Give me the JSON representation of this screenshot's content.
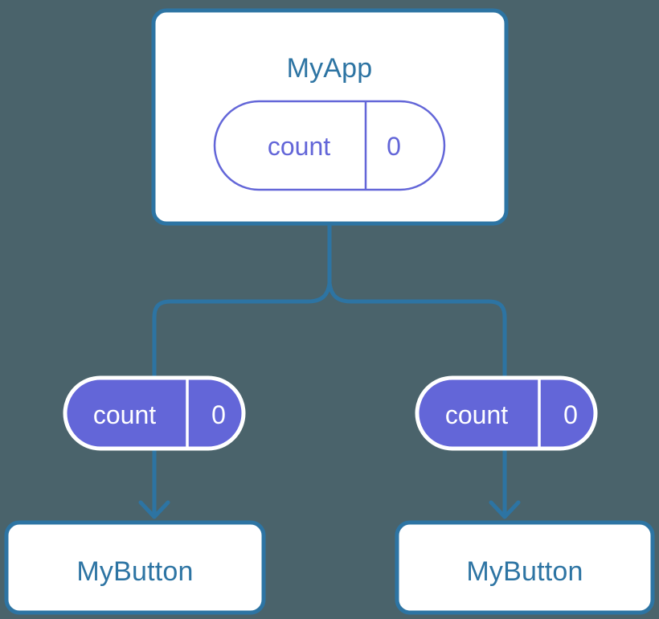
{
  "diagram": {
    "type": "component-state-tree",
    "background_color": "#4a636b",
    "line_color": "#2d74a3",
    "box_border_color": "#2d74a3",
    "box_fill_color": "#ffffff",
    "box_text_color": "#2d74a3",
    "pill_outline_stroke": "#6366d8",
    "pill_outline_fill": "#ffffff",
    "pill_outline_text": "#6366d8",
    "pill_filled_fill": "#6366d8",
    "pill_filled_stroke": "#ffffff",
    "pill_filled_text": "#ffffff"
  },
  "root": {
    "label": "MyApp",
    "state": {
      "key": "count",
      "value": "0"
    }
  },
  "branches": [
    {
      "side": "left",
      "state": {
        "key": "count",
        "value": "0"
      },
      "child": {
        "label": "MyButton"
      }
    },
    {
      "side": "right",
      "state": {
        "key": "count",
        "value": "0"
      },
      "child": {
        "label": "MyButton"
      }
    }
  ]
}
